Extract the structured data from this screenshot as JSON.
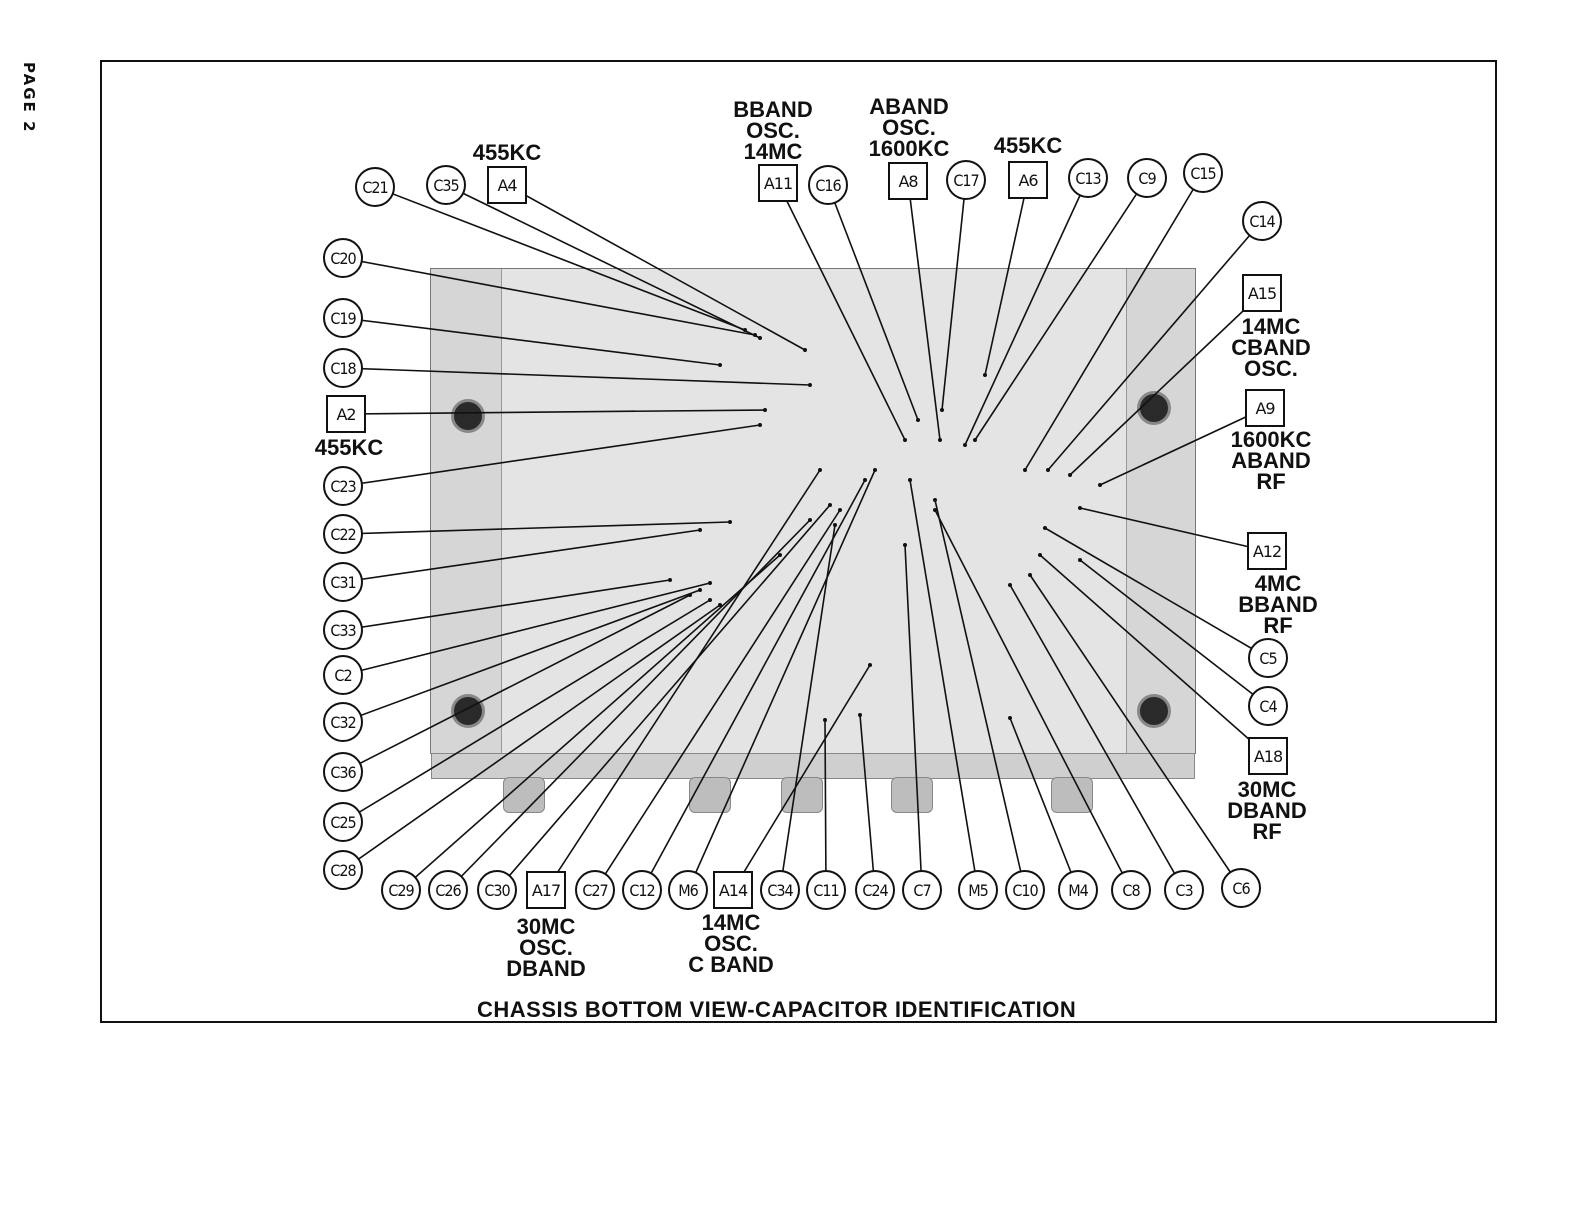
{
  "page_label": "PAGE 2",
  "caption": "CHASSIS BOTTOM VIEW-CAPACITOR IDENTIFICATION",
  "callouts": [
    {
      "id": "C21",
      "shape": "circle"
    },
    {
      "id": "C35",
      "shape": "circle"
    },
    {
      "id": "A4",
      "shape": "square"
    },
    {
      "id": "A11",
      "shape": "square"
    },
    {
      "id": "C16",
      "shape": "circle"
    },
    {
      "id": "A8",
      "shape": "square"
    },
    {
      "id": "C17",
      "shape": "circle"
    },
    {
      "id": "A6",
      "shape": "square"
    },
    {
      "id": "C13",
      "shape": "circle"
    },
    {
      "id": "C9",
      "shape": "circle"
    },
    {
      "id": "C15",
      "shape": "circle"
    },
    {
      "id": "C14",
      "shape": "circle"
    },
    {
      "id": "C20",
      "shape": "circle"
    },
    {
      "id": "C19",
      "shape": "circle"
    },
    {
      "id": "C18",
      "shape": "circle"
    },
    {
      "id": "A2",
      "shape": "square"
    },
    {
      "id": "C23",
      "shape": "circle"
    },
    {
      "id": "C22",
      "shape": "circle"
    },
    {
      "id": "C31",
      "shape": "circle"
    },
    {
      "id": "C33",
      "shape": "circle"
    },
    {
      "id": "C2",
      "shape": "circle"
    },
    {
      "id": "C32",
      "shape": "circle"
    },
    {
      "id": "C36",
      "shape": "circle"
    },
    {
      "id": "C25",
      "shape": "circle"
    },
    {
      "id": "C28",
      "shape": "circle"
    },
    {
      "id": "A15",
      "shape": "square"
    },
    {
      "id": "A9",
      "shape": "square"
    },
    {
      "id": "A12",
      "shape": "square"
    },
    {
      "id": "C5",
      "shape": "circle"
    },
    {
      "id": "C4",
      "shape": "circle"
    },
    {
      "id": "A18",
      "shape": "square"
    },
    {
      "id": "C29",
      "shape": "circle"
    },
    {
      "id": "C26",
      "shape": "circle"
    },
    {
      "id": "C30",
      "shape": "circle"
    },
    {
      "id": "A17",
      "shape": "square"
    },
    {
      "id": "C27",
      "shape": "circle"
    },
    {
      "id": "C12",
      "shape": "circle"
    },
    {
      "id": "M6",
      "shape": "circle"
    },
    {
      "id": "A14",
      "shape": "square"
    },
    {
      "id": "C34",
      "shape": "circle"
    },
    {
      "id": "C11",
      "shape": "circle"
    },
    {
      "id": "C24",
      "shape": "circle"
    },
    {
      "id": "C7",
      "shape": "circle"
    },
    {
      "id": "M5",
      "shape": "circle"
    },
    {
      "id": "C10",
      "shape": "circle"
    },
    {
      "id": "M4",
      "shape": "circle"
    },
    {
      "id": "C8",
      "shape": "circle"
    },
    {
      "id": "C3",
      "shape": "circle"
    },
    {
      "id": "C6",
      "shape": "circle"
    }
  ],
  "notes": {
    "a4": "455KC",
    "a11": "BBAND\nOSC.\n14MC",
    "a8": "ABAND\nOSC.\n1600KC",
    "a6": "455KC",
    "a2": "455KC",
    "a15": "14MC\nCBAND\nOSC.",
    "a9": "1600KC\nABAND\nRF",
    "a12": "4MC\nBBAND\nRF",
    "a18": "30MC\nDBAND\nRF",
    "a17": "30MC\nOSC.\nDBAND",
    "a14": "14MC\nOSC.\nC BAND"
  }
}
